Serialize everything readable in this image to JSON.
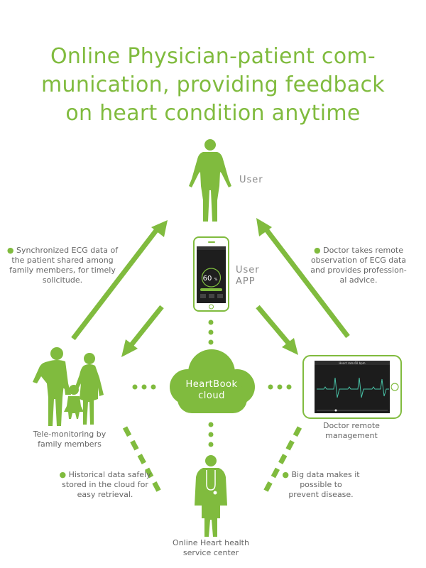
{
  "title": "Online Physician-patient com-munication, providing feedback on heart condition anytime",
  "title_lines": [
    "Online Physician-patient com-",
    "munication, providing feedback",
    "on heart condition anytime"
  ],
  "nodes": {
    "user": "User",
    "user_app_line1": "User",
    "user_app_line2": "APP",
    "cloud_line1": "HeartBook",
    "cloud_line2": "cloud",
    "family_line1": "Tele-monitoring by",
    "family_line2": "family members",
    "doctor_line1": "Doctor remote",
    "doctor_line2": "management",
    "center_line1": "Online Heart health",
    "center_line2": "service center"
  },
  "notes": {
    "family_sync": [
      "Synchronized ECG data of",
      "the patient shared among",
      "family members, for timely",
      "solicitude."
    ],
    "doctor_obs": [
      "Doctor takes remote",
      "observation of ECG data",
      "and provides profession-",
      "al advice."
    ],
    "historical": [
      "Historical data safely",
      "stored in the cloud for",
      "easy retrieval."
    ],
    "bigdata": [
      "Big data makes it",
      "possible to",
      "prevent disease."
    ]
  },
  "phone_screen": {
    "reading": "60",
    "unit": "%"
  },
  "tablet_screen": {
    "header": "Heart rate 60 bpm"
  },
  "colors": {
    "accent": "#80bb3e",
    "text": "#666666",
    "white": "#ffffff"
  }
}
